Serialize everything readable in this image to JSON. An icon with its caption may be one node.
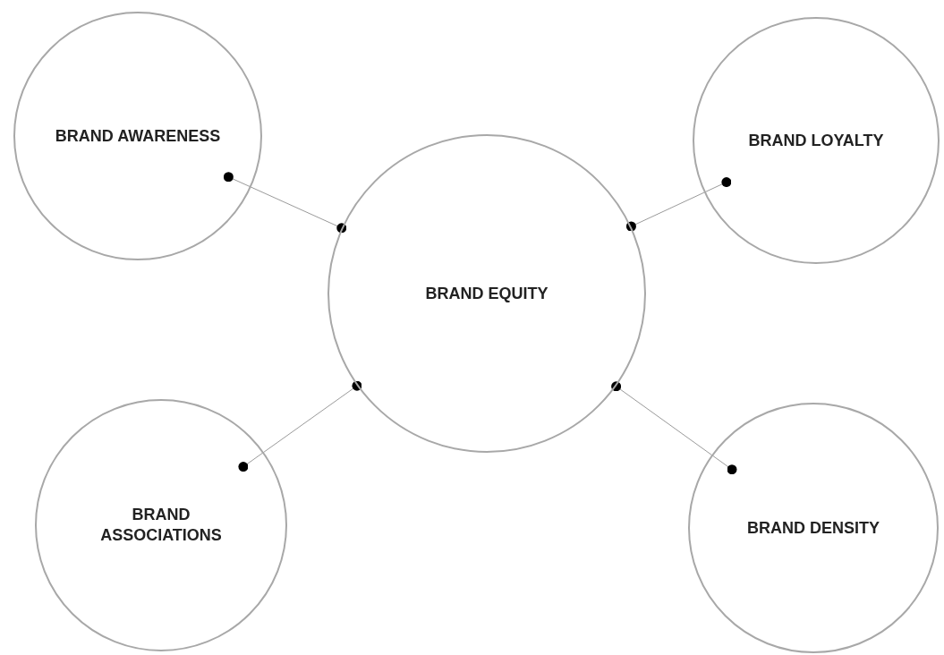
{
  "diagram": {
    "nodes": [
      {
        "text": [
          "BRAND AWARENESS"
        ]
      },
      {
        "text": [
          "BRAND LOYALTY"
        ]
      },
      {
        "text": [
          "BRAND EQUITY"
        ]
      },
      {
        "text": [
          "BRAND ASSOCIATIONS"
        ]
      },
      {
        "text": [
          "BRAND DENSITY"
        ]
      }
    ],
    "edges": [
      {
        "from": 2,
        "to": 0,
        "arrow": "other"
      },
      {
        "from": 2,
        "to": 1,
        "arrow": "other"
      },
      {
        "from": 2,
        "to": 3,
        "arrow": "other"
      },
      {
        "from": 2,
        "to": 4,
        "arrow": "other"
      }
    ]
  }
}
